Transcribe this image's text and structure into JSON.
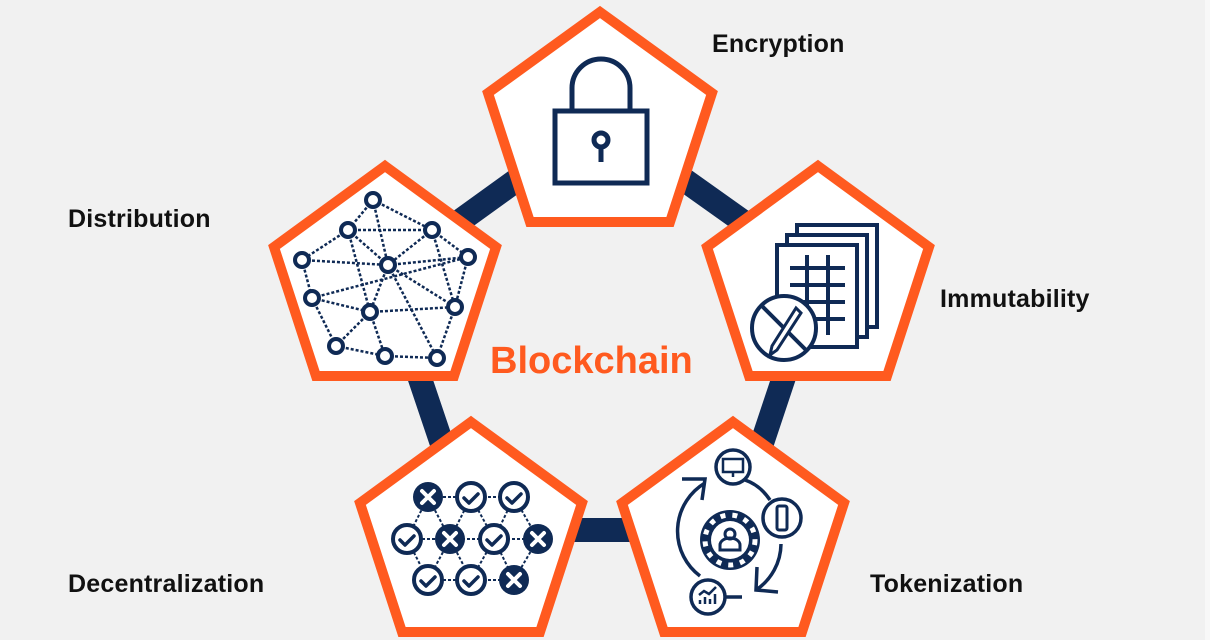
{
  "diagram": {
    "title": "Blockchain",
    "colors": {
      "background": "#f1f1f1",
      "accent_orange": "#ff5a1f",
      "ring_navy": "#0f2a55",
      "icon_navy": "#0f2a55",
      "label_text": "#111111",
      "pentagon_fill": "#ffffff"
    },
    "nodes": [
      {
        "id": "encryption",
        "label": "Encryption",
        "icon": "padlock-icon"
      },
      {
        "id": "immutability",
        "label": "Immutability",
        "icon": "stacked-ledger-no-edit-icon"
      },
      {
        "id": "tokenization",
        "label": "Tokenization",
        "icon": "token-cycle-icon"
      },
      {
        "id": "decentralization",
        "label": "Decentralization",
        "icon": "check-cross-network-icon"
      },
      {
        "id": "distribution",
        "label": "Distribution",
        "icon": "distributed-network-icon"
      }
    ]
  }
}
